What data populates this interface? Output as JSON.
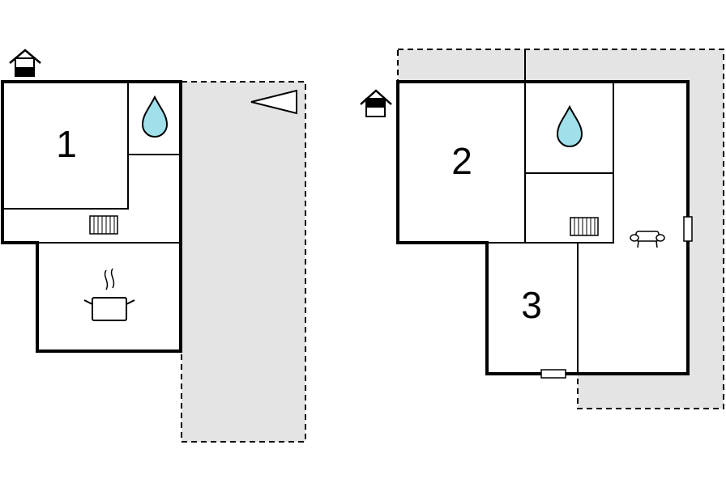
{
  "plans": [
    {
      "id": "left-building",
      "rooms": [
        {
          "number": "1"
        }
      ]
    },
    {
      "id": "right-building",
      "rooms": [
        {
          "number": "2"
        },
        {
          "number": "3"
        }
      ]
    }
  ],
  "icons": {
    "entrance": "house-entrance-icon",
    "bathroom": "water-drop-icon",
    "heating": "radiator-icon",
    "kitchen": "cooking-pot-icon",
    "living": "sofa-icon",
    "direction": "triangle-pointer-icon"
  },
  "colors": {
    "outdoor_area": "#e4e4e4",
    "water_drop": "#9fe0ea",
    "walls": "#000000"
  }
}
